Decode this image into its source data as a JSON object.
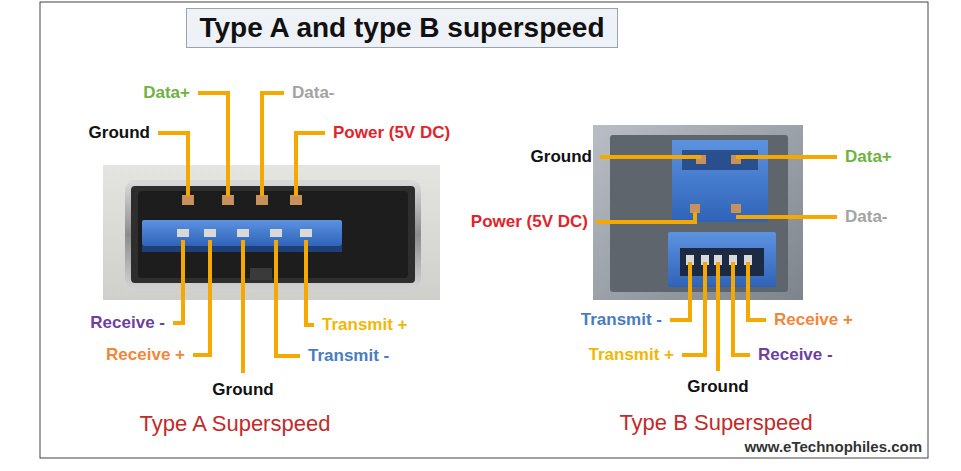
{
  "diagram": {
    "title": "Type A and type B superspeed",
    "labels": [
      "Data+",
      "Data-",
      "Ground",
      "Power (5V DC)",
      "Receive -",
      "Transmit +",
      "Receive +",
      "Transmit -",
      "Ground",
      "Type A Superspeed",
      "Ground",
      "Data+",
      "Power (5V DC)",
      "Data-",
      "Transmit -",
      "Receive +",
      "Transmit +",
      "Receive -",
      "Ground",
      "Type B Superspeed",
      "www.eTechnophiles.com"
    ]
  }
}
